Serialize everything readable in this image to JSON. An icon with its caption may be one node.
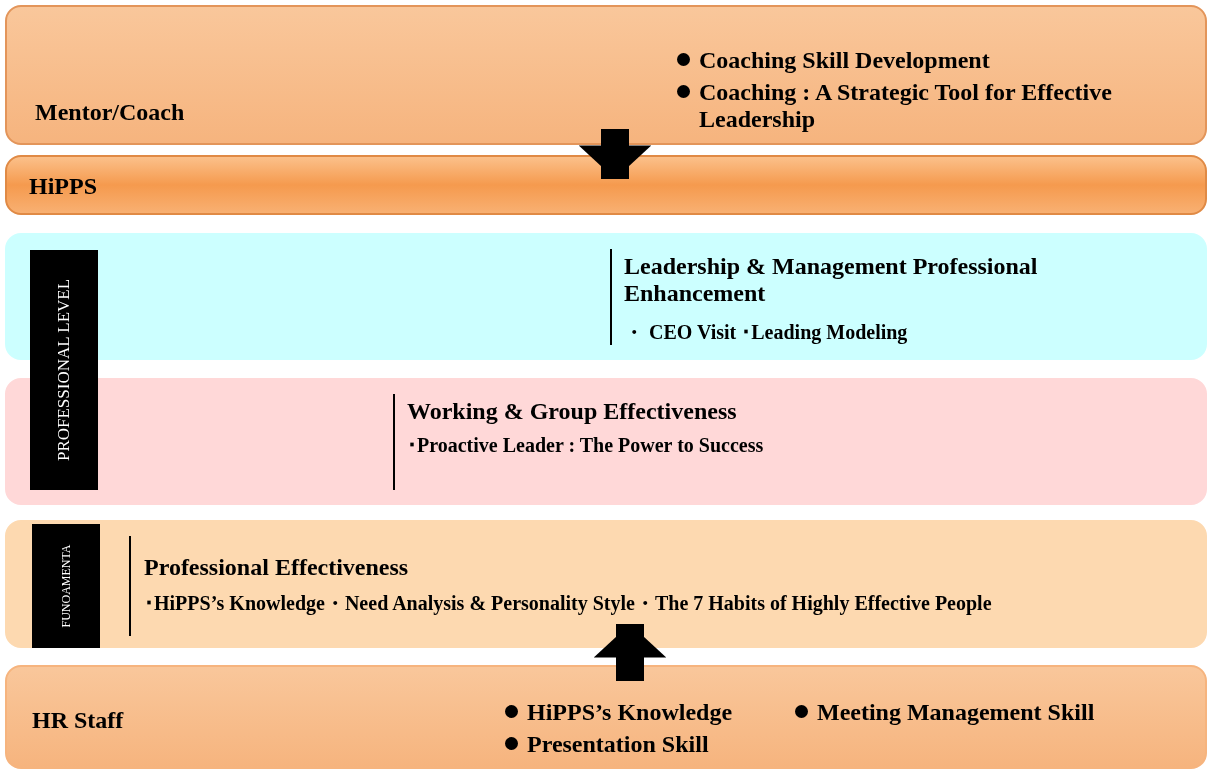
{
  "diagram": {
    "nodes": [
      {
        "text": [
          "Mentor/Coach",
          "Coaching Skill Development",
          "Coaching : A Strategic Tool for Effective Leadership"
        ]
      },
      {
        "text": [
          "HiPPS"
        ]
      },
      {
        "text": [
          "Leadership & Management Professional Enhancement",
          "・ CEO Visit ･Leading Modeling"
        ]
      },
      {
        "text": [
          "Working & Group Effectiveness",
          "･Proactive Leader : The Power to Success"
        ]
      },
      {
        "text": [
          "Professional Effectiveness",
          "･HiPPS’s Knowledge・Need Analysis & Personality Style・The 7 Habits of Highly Effective People"
        ]
      },
      {
        "text": [
          "HR Staff",
          "HiPPS’s Knowledge",
          "Meeting Management Skill",
          "Presentation Skill"
        ]
      },
      {
        "text": [
          "PROFESSIONAL LEVEL"
        ]
      },
      {
        "text": [
          "FUNOAMENTA"
        ],
        "in": 4
      }
    ],
    "edges": [
      {
        "from": 0,
        "to": 1,
        "arrow": "to"
      },
      {
        "from": 5,
        "to": 4,
        "arrow": "to"
      }
    ]
  }
}
